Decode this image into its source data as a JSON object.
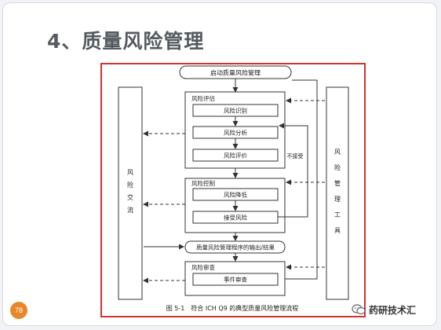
{
  "slide": {
    "title": "4、质量风险管理",
    "page_number": "78"
  },
  "watermark": {
    "text": "药研技术汇"
  },
  "diagram": {
    "start": "启动质量风险管理",
    "left_column": [
      "风",
      "险",
      "交",
      "流"
    ],
    "right_column": [
      "风",
      "险",
      "管",
      "理",
      "工",
      "具"
    ],
    "assessment": {
      "title": "风险评估",
      "steps": [
        "风险识别",
        "风险分析",
        "风险评价"
      ]
    },
    "control": {
      "title": "风险控制",
      "steps": [
        "风险降低",
        "接受风险"
      ]
    },
    "not_accepted": "不接受",
    "output": "质量风险管理程序的输出/结果",
    "review": {
      "title": "风险审查",
      "steps": [
        "事件审查"
      ]
    },
    "caption": "图 5-1　符合 ICH Q9 的典型质量风险管理流程"
  }
}
